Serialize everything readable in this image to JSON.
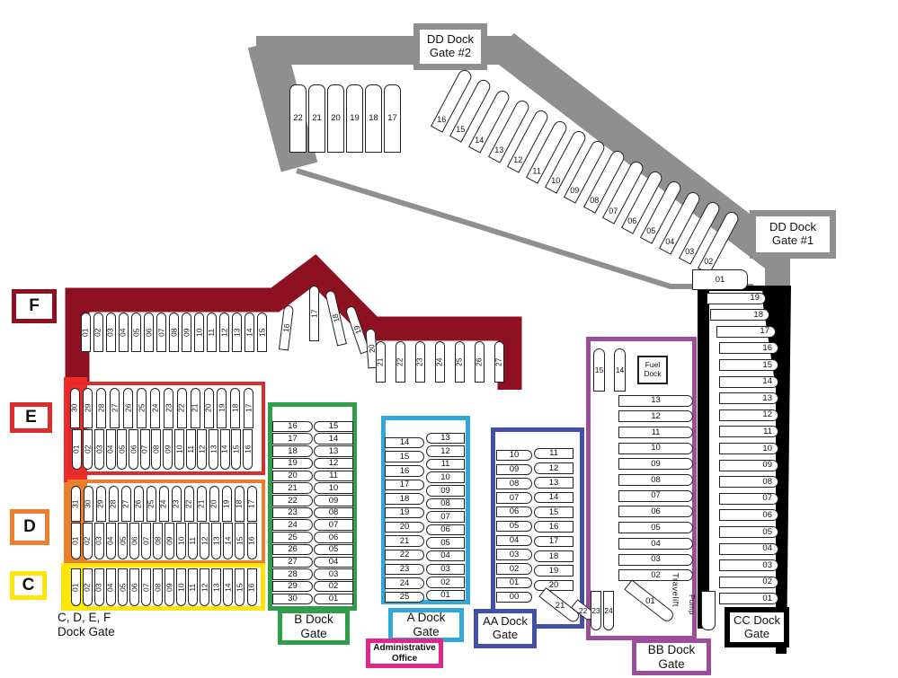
{
  "colors": {
    "dd_gray": "#8F8F8F",
    "f_maroon": "#8E1121",
    "e_red": "#DE2B2B",
    "e_strip": "#F22B2B",
    "d_orange": "#EC7F2B",
    "c_yellow": "#FFE60A",
    "b_green": "#2F9E4A",
    "a_cyan": "#31A8D8",
    "aa_blue": "#4251A5",
    "bb_purple": "#9C4E9C",
    "cc_black": "#000000",
    "admin_magenta": "#E02787"
  },
  "labels": {
    "dd_gate2": {
      "l1": "DD Dock",
      "l2": "Gate #2"
    },
    "dd_gate1": {
      "l1": "DD Dock",
      "l2": "Gate #1"
    },
    "f": "F",
    "e": "E",
    "d": "D",
    "c": "C",
    "cdef_gate": {
      "l1": "C, D, E, F",
      "l2": "Dock Gate"
    },
    "b_gate": {
      "l1": "B Dock",
      "l2": "Gate"
    },
    "a_gate": {
      "l1": "A Dock",
      "l2": "Gate"
    },
    "admin": {
      "l1": "Administrative",
      "l2": "Office"
    },
    "aa_gate": {
      "l1": "AA Dock",
      "l2": "Gate"
    },
    "bb_gate": {
      "l1": "BB Dock",
      "l2": "Gate"
    },
    "cc_gate": {
      "l1": "CC Dock",
      "l2": "Gate"
    },
    "fuel_dock": {
      "l1": "Fuel",
      "l2": "Dock"
    },
    "travelift": "Travelift",
    "pump": "Pump"
  },
  "docks": {
    "dd": {
      "top": [
        "22",
        "21",
        "20",
        "19",
        "18",
        "17"
      ],
      "diagonal": [
        "16",
        "15",
        "14",
        "13",
        "12",
        "11",
        "10",
        "09",
        "08",
        "07",
        "06",
        "05",
        "04",
        "03",
        "02"
      ],
      "end": "01"
    },
    "f": {
      "row1": [
        "01",
        "02",
        "03",
        "04",
        "05",
        "06",
        "07",
        "08",
        "09",
        "10",
        "11",
        "12",
        "13",
        "14",
        "15"
      ],
      "peak": [
        "16",
        "17",
        "18",
        "19"
      ],
      "row2": [
        "20",
        "21",
        "22",
        "23",
        "24",
        "25",
        "26",
        "27"
      ]
    },
    "e": {
      "top": [
        "30",
        "29",
        "28",
        "27",
        "26",
        "25",
        "24",
        "23",
        "22",
        "21",
        "20",
        "19",
        "18",
        "17"
      ],
      "bottom": [
        "01",
        "02",
        "03",
        "04",
        "05",
        "06",
        "07",
        "08",
        "09",
        "10",
        "11",
        "12",
        "13",
        "14",
        "15",
        "16"
      ]
    },
    "d": {
      "top": [
        "31",
        "30",
        "29",
        "28",
        "27",
        "26",
        "25",
        "24",
        "23",
        "22",
        "21",
        "20",
        "19",
        "18",
        "17"
      ],
      "bottom": [
        "01",
        "02",
        "03",
        "04",
        "05",
        "06",
        "07",
        "08",
        "09",
        "10",
        "11",
        "12",
        "13",
        "14",
        "15",
        "16"
      ]
    },
    "c": {
      "row": [
        "01",
        "02",
        "03",
        "04",
        "05",
        "06",
        "07",
        "08",
        "09",
        "10",
        "11",
        "12",
        "13",
        "14",
        "15",
        "16"
      ]
    },
    "b": {
      "left": [
        "16",
        "17",
        "18",
        "19",
        "20",
        "21",
        "22",
        "23",
        "24",
        "25",
        "26",
        "27",
        "28",
        "29",
        "30"
      ],
      "right": [
        "15",
        "14",
        "13",
        "12",
        "11",
        "10",
        "09",
        "08",
        "07",
        "06",
        "05",
        "04",
        "03",
        "02",
        "01"
      ]
    },
    "a": {
      "left": [
        "14",
        "15",
        "16",
        "17",
        "18",
        "19",
        "20",
        "21",
        "22",
        "23",
        "24",
        "25"
      ],
      "right": [
        "13",
        "12",
        "11",
        "10",
        "09",
        "08",
        "07",
        "06",
        "05",
        "04",
        "03",
        "02",
        "01"
      ]
    },
    "aa": {
      "left": [
        "10",
        "09",
        "08",
        "07",
        "06",
        "05",
        "04",
        "03",
        "02",
        "01",
        "00"
      ],
      "right": [
        "11",
        "12",
        "13",
        "14",
        "15",
        "16",
        "17",
        "18",
        "19",
        "20"
      ],
      "diag": [
        "21",
        "22"
      ]
    },
    "bb": {
      "top": [
        "15",
        "14"
      ],
      "right": [
        "13",
        "12",
        "11",
        "10",
        "09",
        "08",
        "07",
        "06",
        "05",
        "04",
        "03",
        "02"
      ],
      "diag": "01",
      "bottom": [
        "23",
        "24"
      ]
    },
    "cc": {
      "slips": [
        "19",
        "18",
        "17",
        "16",
        "15",
        "14",
        "13",
        "12",
        "11",
        "10",
        "09",
        "08",
        "07",
        "06",
        "05",
        "04",
        "03",
        "02",
        "01"
      ]
    }
  }
}
